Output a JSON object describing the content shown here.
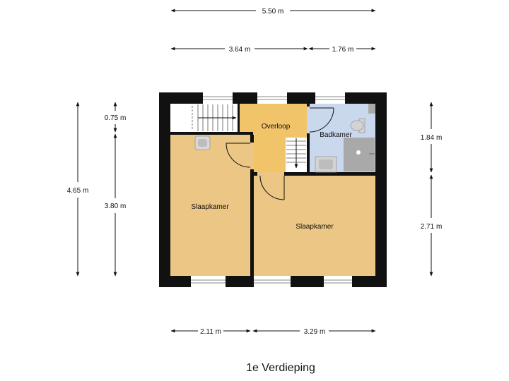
{
  "title": "1e Verdieping",
  "dimensions": {
    "top_total": "5.50 m",
    "top_left": "3.64 m",
    "top_right": "1.76 m",
    "bottom_left": "2.11 m",
    "bottom_right": "3.29 m",
    "left_total": "4.65 m",
    "left_top": "0.75 m",
    "left_bottom": "3.80 m",
    "right_top": "1.84 m",
    "right_bottom": "2.71 m"
  },
  "rooms": {
    "overloop": "Overloop",
    "badkamer": "Badkamer",
    "slaapkamer_left": "Slaapkamer",
    "slaapkamer_right": "Slaapkamer"
  },
  "colors": {
    "wall": "#111111",
    "bedroom": "#ebc684",
    "landing": "#f2c46a",
    "bathroom": "#c9d8ec",
    "fixture": "#a9a9a9",
    "window": "#9db8cc",
    "stairs_window": "#ffffff"
  }
}
